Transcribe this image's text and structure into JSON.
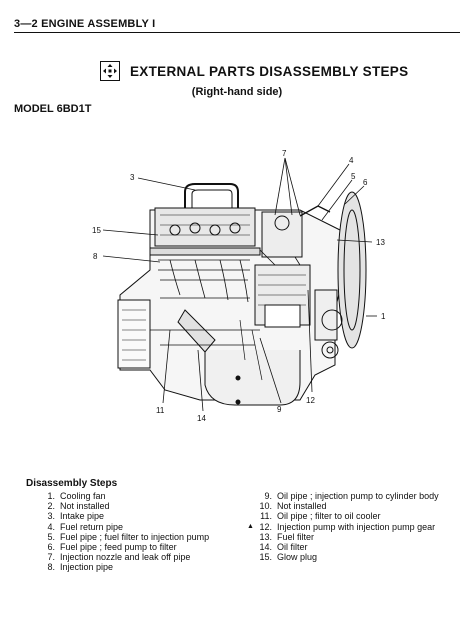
{
  "header": {
    "section": "3—2 ENGINE ASSEMBLY I"
  },
  "title": "EXTERNAL PARTS DISASSEMBLY STEPS",
  "subtitle": "(Right-hand side)",
  "model": "MODEL 6BD1T",
  "callouts": {
    "c1": "1",
    "c3": "3",
    "c4": "4",
    "c5": "5",
    "c6": "6",
    "c7": "7",
    "c8": "8",
    "c9": "9",
    "c11": "11",
    "c12": "12",
    "c13": "13",
    "c14": "14",
    "c15": "15"
  },
  "steps_title": "Disassembly Steps",
  "steps_left": [
    {
      "num": "1.",
      "mark": "",
      "text": "Cooling fan"
    },
    {
      "num": "2.",
      "mark": "",
      "text": "Not installed"
    },
    {
      "num": "3.",
      "mark": "",
      "text": "Intake pipe"
    },
    {
      "num": "4.",
      "mark": "",
      "text": "Fuel return pipe"
    },
    {
      "num": "5.",
      "mark": "",
      "text": "Fuel pipe ; fuel filter to injection pump"
    },
    {
      "num": "6.",
      "mark": "",
      "text": "Fuel pipe ; feed pump to filter"
    },
    {
      "num": "7.",
      "mark": "",
      "text": "Injection nozzle and leak off pipe"
    },
    {
      "num": "8.",
      "mark": "",
      "text": "Injection pipe"
    }
  ],
  "steps_right": [
    {
      "num": "9.",
      "mark": "",
      "text": "Oil pipe ; injection pump to cylinder body"
    },
    {
      "num": "10.",
      "mark": "",
      "text": "Not installed"
    },
    {
      "num": "11.",
      "mark": "",
      "text": "Oil pipe ; filter to oil cooler"
    },
    {
      "num": "12.",
      "mark": "▲",
      "text": "Injection pump with injection pump gear"
    },
    {
      "num": "13.",
      "mark": "",
      "text": "Fuel filter"
    },
    {
      "num": "14.",
      "mark": "",
      "text": "Oil filter"
    },
    {
      "num": "15.",
      "mark": "",
      "text": "Glow plug"
    }
  ]
}
